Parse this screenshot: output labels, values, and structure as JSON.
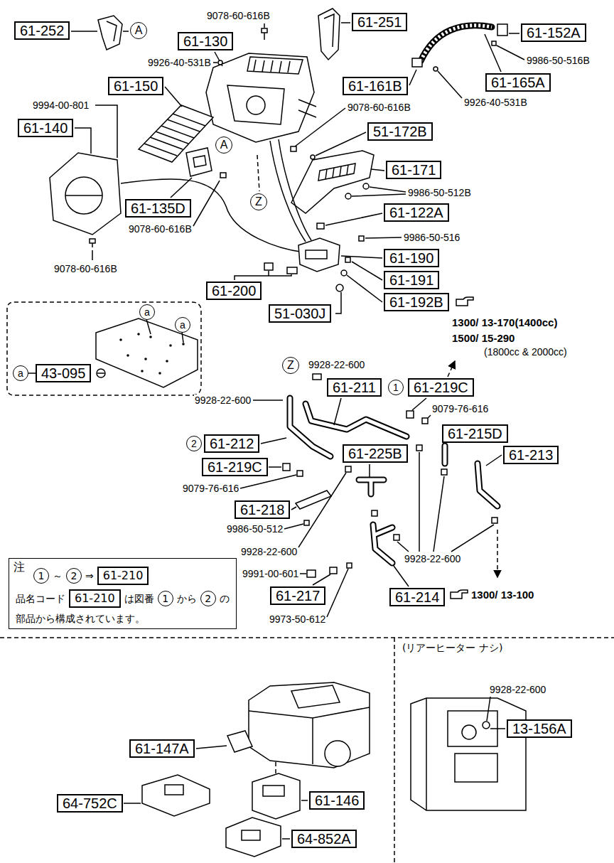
{
  "diagram": {
    "nodes": [
      {
        "text": [
          "61-252"
        ]
      },
      {
        "text": [
          "A"
        ]
      },
      {
        "text": [
          "61-251"
        ]
      },
      {
        "text": [
          "61-130"
        ]
      },
      {
        "text": [
          "61-152A"
        ]
      },
      {
        "text": [
          "61-150"
        ]
      },
      {
        "text": [
          "61-161B"
        ]
      },
      {
        "text": [
          "61-165A"
        ]
      },
      {
        "text": [
          "61-140"
        ]
      },
      {
        "text": [
          "51-172B"
        ]
      },
      {
        "text": [
          "A"
        ]
      },
      {
        "text": [
          "61-171"
        ]
      },
      {
        "text": [
          "61-135D"
        ]
      },
      {
        "text": [
          "Z"
        ]
      },
      {
        "text": [
          "61-122A"
        ]
      },
      {
        "text": [
          "61-190"
        ]
      },
      {
        "text": [
          "61-191"
        ]
      },
      {
        "text": [
          "61-200"
        ]
      },
      {
        "text": [
          "61-192B"
        ]
      },
      {
        "text": [
          "51-030J"
        ]
      },
      {
        "text": [
          "a"
        ]
      },
      {
        "text": [
          "a"
        ]
      },
      {
        "text": [
          "a"
        ]
      },
      {
        "text": [
          "43-095"
        ]
      },
      {
        "text": [
          "Z"
        ]
      },
      {
        "text": [
          "61-211"
        ]
      },
      {
        "text": [
          "1"
        ]
      },
      {
        "text": [
          "61-219C"
        ]
      },
      {
        "text": [
          "61-215D"
        ]
      },
      {
        "text": [
          "2"
        ]
      },
      {
        "text": [
          "61-212"
        ]
      },
      {
        "text": [
          "61-225B"
        ]
      },
      {
        "text": [
          "61-213"
        ]
      },
      {
        "text": [
          "61-219C"
        ]
      },
      {
        "text": [
          "61-218"
        ]
      },
      {
        "text": [
          "注"
        ]
      },
      {
        "text": [
          "1"
        ],
        "in": 35
      },
      {
        "text": [
          "2"
        ],
        "in": 35
      },
      {
        "text": [
          "61-210"
        ],
        "in": 35
      },
      {
        "text": [
          "61-210"
        ],
        "in": 35
      },
      {
        "text": [
          "1"
        ],
        "in": 35
      },
      {
        "text": [
          "2"
        ],
        "in": 35
      },
      {
        "text": [
          "61-217"
        ]
      },
      {
        "text": [
          "61-214"
        ]
      },
      {
        "text": [
          "61-147A"
        ]
      },
      {
        "text": [
          "13-156A"
        ]
      },
      {
        "text": [
          "61-146"
        ]
      },
      {
        "text": [
          "64-752C"
        ]
      },
      {
        "text": [
          "64-852A"
        ]
      }
    ],
    "edges": [
      {
        "from": 22,
        "to": 23,
        "arrow": "none"
      }
    ],
    "labels": [
      "9078-60-616B",
      "9926-40-531B",
      "9994-00-801",
      "9078-60-616B",
      "9986-50-516B",
      "9926-40-531B",
      "9986-50-512B",
      "9078-60-616B",
      "9986-50-516",
      "9078-60-616B",
      "1300/ 13-170(1400cc)",
      "1500/ 15-290",
      "(1800cc & 2000cc)",
      "9928-22-600",
      "9928-22-600",
      "9079-76-616",
      "9079-76-616",
      "9986-50-512",
      "9928-22-600",
      "9928-22-600",
      "9991-00-601",
      "1300/ 13-100",
      "9973-50-612",
      "～",
      "⇒",
      "品名コード",
      "は図番",
      "から",
      "の",
      "部品から構成されています。",
      "(リアーヒーター ナシ)",
      "9928-22-600"
    ]
  }
}
